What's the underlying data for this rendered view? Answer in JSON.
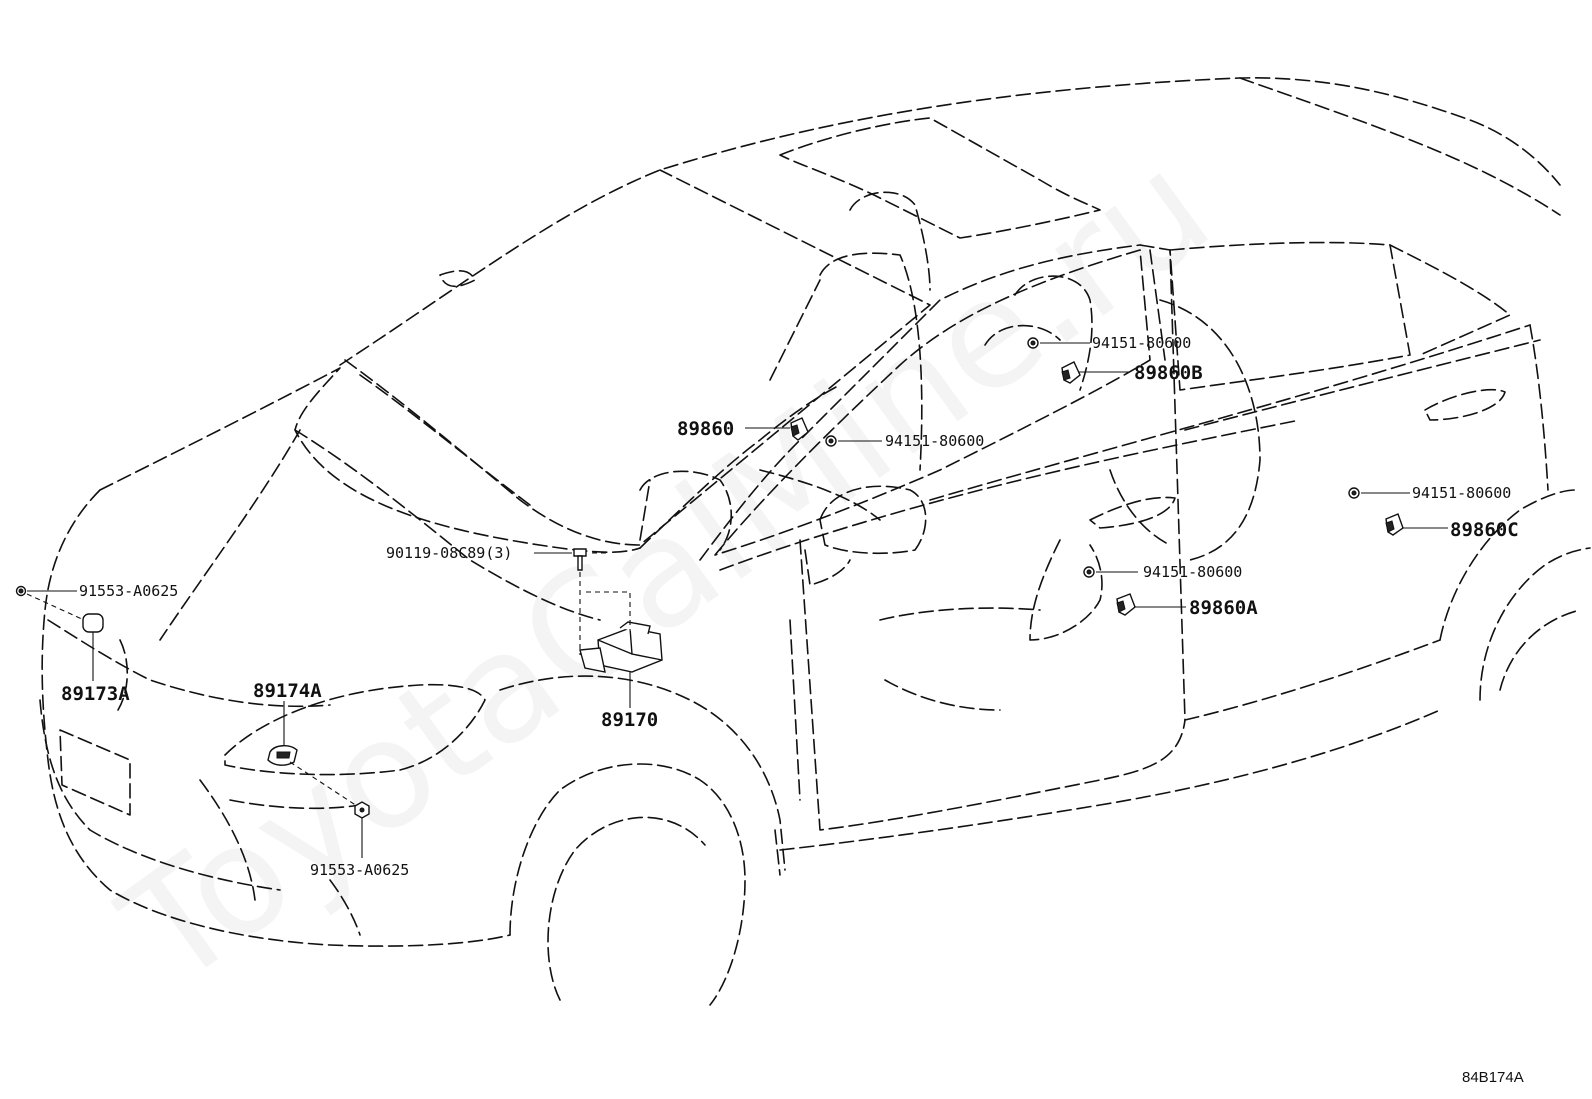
{
  "watermark": "ToyotaCalMine.ru",
  "diagram_code": "84B174A",
  "labels": {
    "l_94151_a": "94151-80600",
    "l_89860b": "89860B",
    "l_89860": "89860",
    "l_94151_b": "94151-80600",
    "l_94151_c": "94151-80600",
    "l_89860c": "89860C",
    "l_90119": "90119-08C89(3)",
    "l_91553_a": "91553-A0625",
    "l_94151_d": "94151-80600",
    "l_89860a": "89860A",
    "l_89173a": "89173A",
    "l_89174a": "89174A",
    "l_89170": "89170",
    "l_91553_b": "91553-A0625"
  }
}
